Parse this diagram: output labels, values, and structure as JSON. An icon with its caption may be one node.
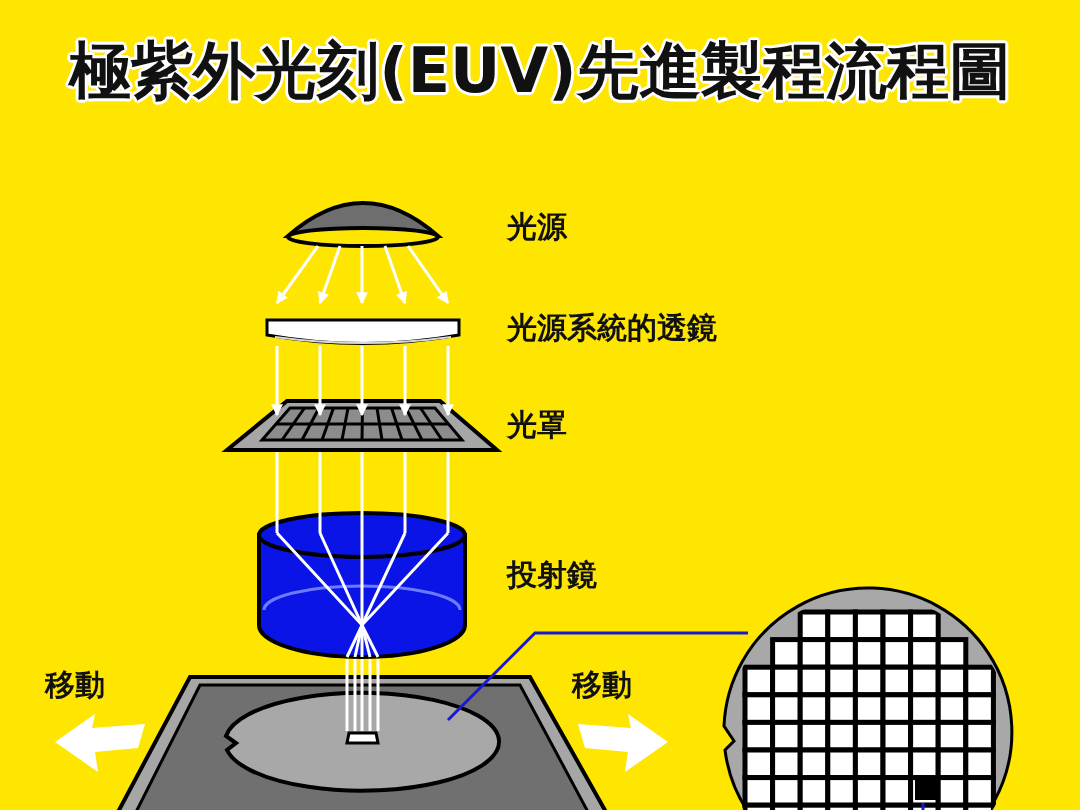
{
  "diagram": {
    "title": "極紫外光刻(EUV)先進製程流程圖",
    "nodes": [
      {
        "text": [],
        "shape": "picture"
      },
      {
        "text": [],
        "shape": "box"
      },
      {
        "text": [],
        "shape": "picture"
      },
      {
        "text": [],
        "shape": "cylinder"
      },
      {
        "text": [],
        "shape": "circle"
      },
      {
        "text": [],
        "shape": "box",
        "in": 4
      },
      {
        "text": [],
        "shape": "circle"
      },
      {
        "text": [],
        "shape": "box",
        "in": 6
      }
    ],
    "edges": [
      {
        "from": 0,
        "to": 1,
        "arrow": "to"
      },
      {
        "from": 0,
        "to": 1,
        "arrow": "to"
      },
      {
        "from": 0,
        "to": 1,
        "arrow": "to"
      },
      {
        "from": 0,
        "to": 1,
        "arrow": "to"
      },
      {
        "from": 0,
        "to": 1,
        "arrow": "to"
      },
      {
        "from": 1,
        "to": 2,
        "arrow": "to"
      },
      {
        "from": 1,
        "to": 2,
        "arrow": "to"
      },
      {
        "from": 1,
        "to": 2,
        "arrow": "to"
      },
      {
        "from": 1,
        "to": 2,
        "arrow": "to"
      },
      {
        "from": 1,
        "to": 2,
        "arrow": "to"
      },
      {
        "from": 2,
        "to": 3,
        "arrow": "none"
      },
      {
        "from": 2,
        "to": 3,
        "arrow": "none"
      },
      {
        "from": 2,
        "to": 3,
        "arrow": "none"
      },
      {
        "from": 2,
        "to": 3,
        "arrow": "none"
      },
      {
        "from": 2,
        "to": 3,
        "arrow": "none"
      },
      {
        "from": 3,
        "to": 5,
        "arrow": "none"
      },
      {
        "from": 3,
        "to": 5,
        "arrow": "none"
      },
      {
        "from": 3,
        "to": 5,
        "arrow": "none"
      },
      {
        "from": 3,
        "to": 5,
        "arrow": "none"
      },
      {
        "from": 3,
        "to": 5,
        "arrow": "none"
      },
      {
        "from": 4,
        "to": 6,
        "arrow": "none",
        "color": "#1a1acc"
      },
      {
        "from": 7,
        "to": null,
        "arrow": "none",
        "color": "#1a1acc"
      }
    ],
    "labels": [
      "光源",
      "光源系統的透鏡",
      "光罩",
      "投射鏡",
      "移動",
      "移動"
    ]
  }
}
